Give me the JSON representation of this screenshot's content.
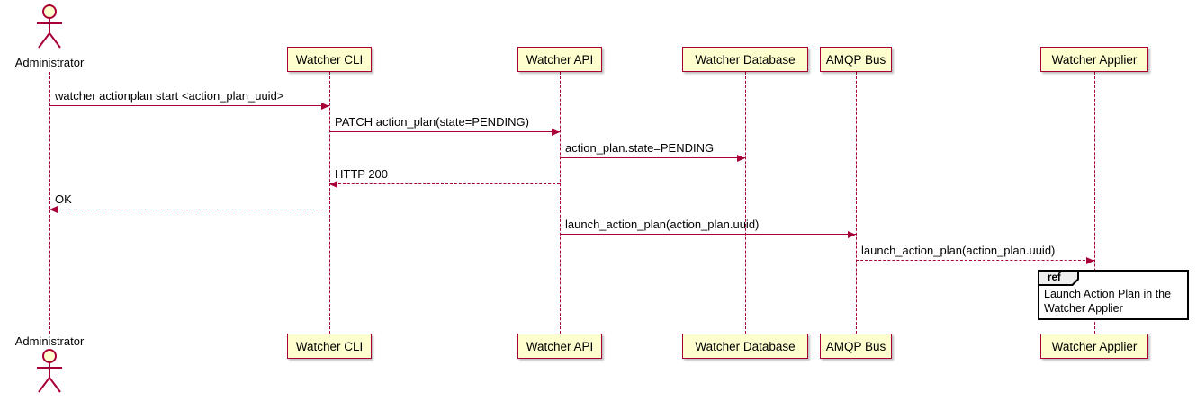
{
  "diagram": {
    "type": "sequence",
    "actor": {
      "label": "Administrator"
    },
    "participants": [
      {
        "label": "Watcher CLI"
      },
      {
        "label": "Watcher API"
      },
      {
        "label": "Watcher Database"
      },
      {
        "label": "AMQP Bus"
      },
      {
        "label": "Watcher Applier"
      }
    ],
    "messages": [
      {
        "text": "watcher actionplan start <action_plan_uuid>",
        "from": "Administrator",
        "to": "Watcher CLI",
        "line": "solid",
        "direction": "right"
      },
      {
        "text": "PATCH action_plan(state=PENDING)",
        "from": "Watcher CLI",
        "to": "Watcher API",
        "line": "solid",
        "direction": "right"
      },
      {
        "text": "action_plan.state=PENDING",
        "from": "Watcher API",
        "to": "Watcher Database",
        "line": "solid",
        "direction": "right"
      },
      {
        "text": "HTTP 200",
        "from": "Watcher API",
        "to": "Watcher CLI",
        "line": "dashed",
        "direction": "left"
      },
      {
        "text": "OK",
        "from": "Watcher CLI",
        "to": "Administrator",
        "line": "dashed",
        "direction": "left"
      },
      {
        "text": "launch_action_plan(action_plan.uuid)",
        "from": "Watcher API",
        "to": "AMQP Bus",
        "line": "solid",
        "direction": "right"
      },
      {
        "text": "launch_action_plan(action_plan.uuid)",
        "from": "AMQP Bus",
        "to": "Watcher Applier",
        "line": "dashed",
        "direction": "right"
      }
    ],
    "ref_fragment": {
      "tag": "ref",
      "lines": [
        "Launch Action Plan in the",
        "Watcher Applier"
      ]
    },
    "colors": {
      "participant_fill": "#FEFECE",
      "stroke": "#A80036",
      "text": "#000000",
      "ref_tab_fill": "#EEEEEE"
    }
  }
}
